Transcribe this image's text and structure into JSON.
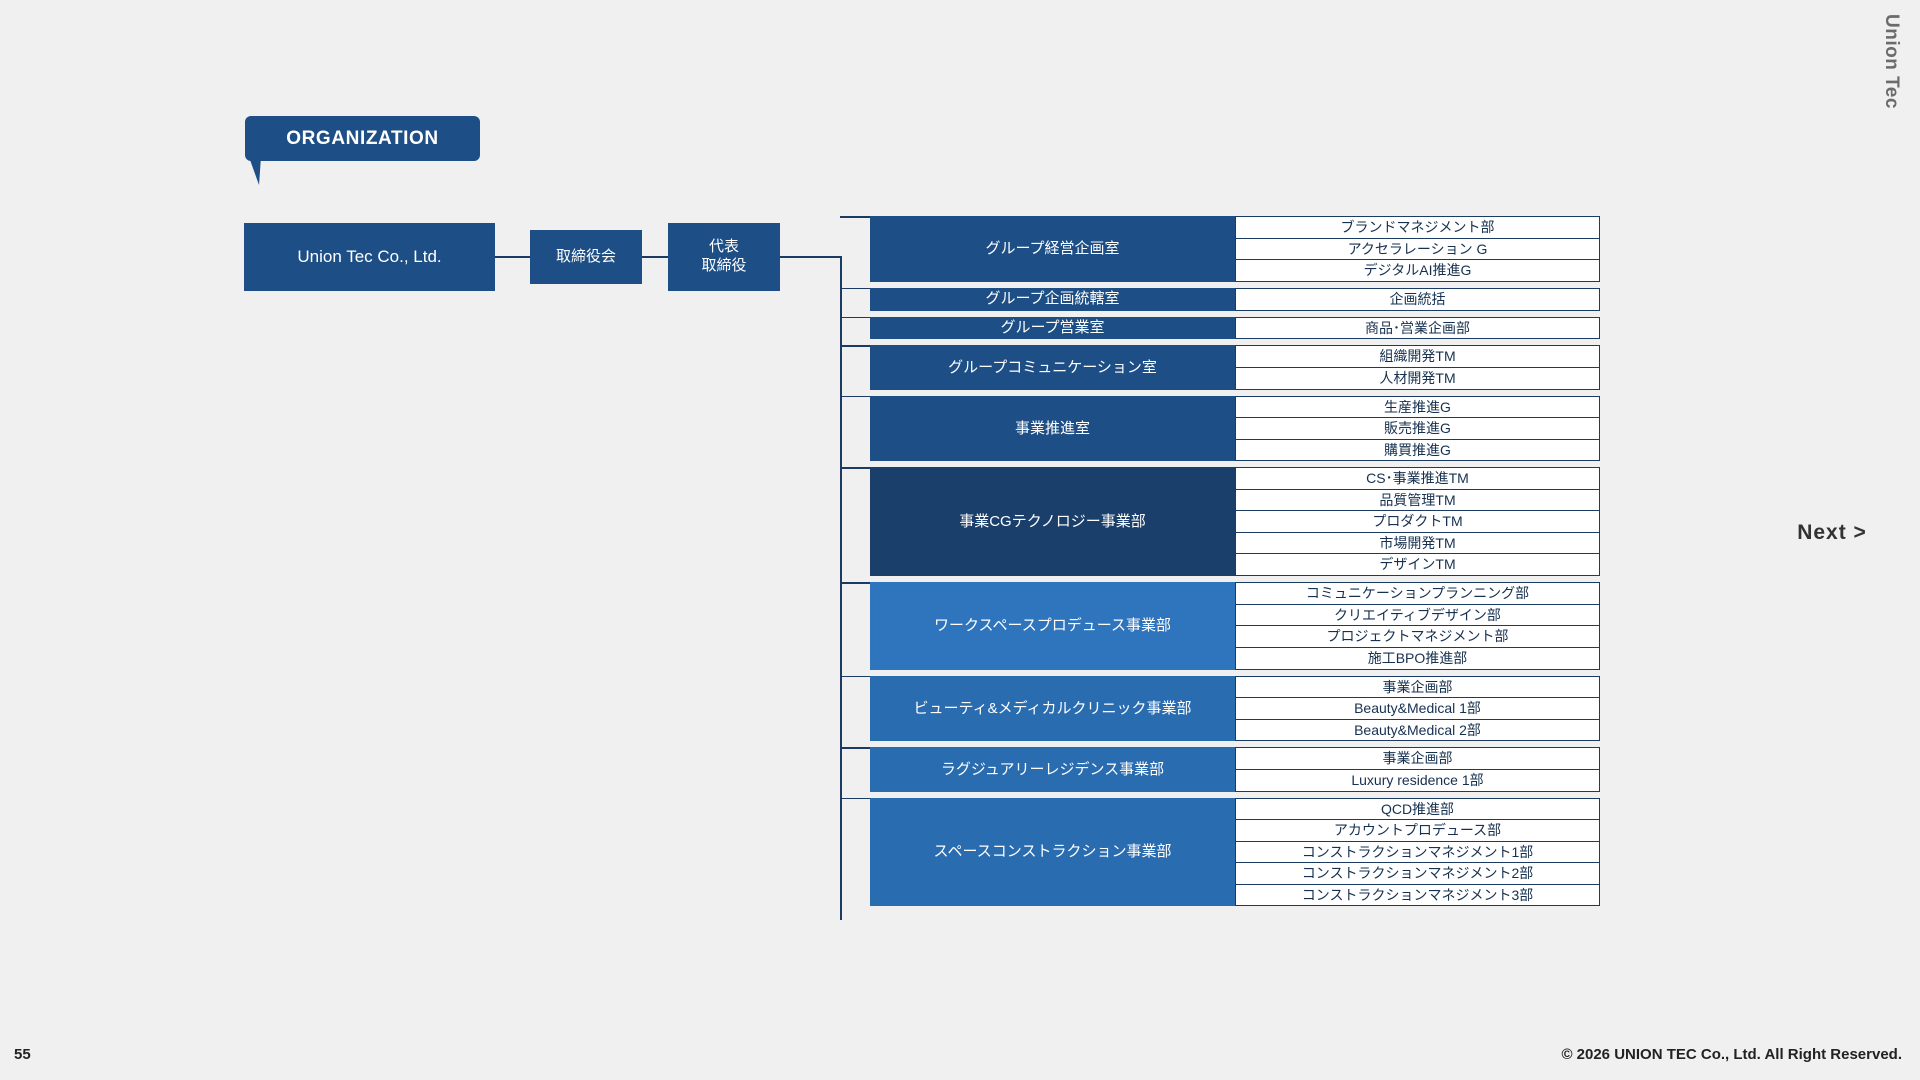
{
  "brand": {
    "vertical_text": "Union Tec"
  },
  "title": {
    "label": "ORGANIZATION"
  },
  "chain": {
    "company": "Union Tec Co., Ltd.",
    "board": "取締役会",
    "ceo_line1": "代表",
    "ceo_line2": "取締役"
  },
  "divisions": [
    {
      "name": "グループ経営企画室",
      "shade": "shade-navy",
      "subs": [
        "ブランドマネジメント部",
        "アクセラレーション G",
        "デジタルAI推進G"
      ]
    },
    {
      "name": "グループ企画統轄室",
      "shade": "shade-navy",
      "subs": [
        "企画統括"
      ]
    },
    {
      "name": "グループ営業室",
      "shade": "shade-navy",
      "subs": [
        "商品･営業企画部"
      ]
    },
    {
      "name": "グループコミュニケーション室",
      "shade": "shade-navy",
      "subs": [
        "組織開発TM",
        "人材開発TM"
      ]
    },
    {
      "name": "事業推進室",
      "shade": "shade-navy",
      "subs": [
        "生産推進G",
        "販売推進G",
        "購買推進G"
      ]
    },
    {
      "name": "事業CGテクノロジー事業部",
      "shade": "shade-dark",
      "subs": [
        "CS･事業推進TM",
        "品質管理TM",
        "プロダクトTM",
        "市場開発TM",
        "デザインTM"
      ]
    },
    {
      "name": "ワークスペースプロデュース事業部",
      "shade": "shade-light",
      "subs": [
        "コミュニケーションプランニング部",
        "クリエイティブデザイン部",
        "プロジェクトマネジメント部",
        "施工BPO推進部"
      ]
    },
    {
      "name": "ビューティ&メディカルクリニック事業部",
      "shade": "shade-mid",
      "subs": [
        "事業企画部",
        "Beauty&Medical 1部",
        "Beauty&Medical 2部"
      ]
    },
    {
      "name": "ラグジュアリーレジデンス事業部",
      "shade": "shade-mid",
      "subs": [
        "事業企画部",
        "Luxury residence 1部"
      ]
    },
    {
      "name": "スペースコンストラクション事業部",
      "shade": "shade-mid",
      "subs": [
        "QCD推進部",
        "アカウントプロデュース部",
        "コンストラクションマネジメント1部",
        "コンストラクションマネジメント2部",
        "コンストラクションマネジメント3部"
      ]
    }
  ],
  "nav": {
    "next_label": "Next >"
  },
  "footer": {
    "page_number": "55",
    "copyright": "© 2026 UNION TEC Co., Ltd. All Right Reserved."
  },
  "colors": {
    "background": "#f0f0f0",
    "navy": "#1d4e85",
    "dark_navy": "#1b3f6b",
    "mid_blue": "#2a6cb0",
    "light_blue": "#2f75bd",
    "border": "#1b3b63",
    "text_dark": "#16304f"
  }
}
